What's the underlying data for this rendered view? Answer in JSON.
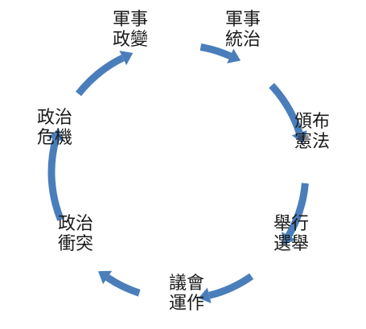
{
  "cycle": {
    "nodes": [
      {
        "line1": "軍事",
        "line2": "政變"
      },
      {
        "line1": "軍事",
        "line2": "統治"
      },
      {
        "line1": "頒布",
        "line2": "憲法"
      },
      {
        "line1": "舉行",
        "line2": "選舉"
      },
      {
        "line1": "議會",
        "line2": "運作"
      },
      {
        "line1": "政治",
        "line2": "衝突"
      },
      {
        "line1": "政治",
        "line2": "危機"
      }
    ],
    "arrow_color": "#4a7ebb"
  }
}
